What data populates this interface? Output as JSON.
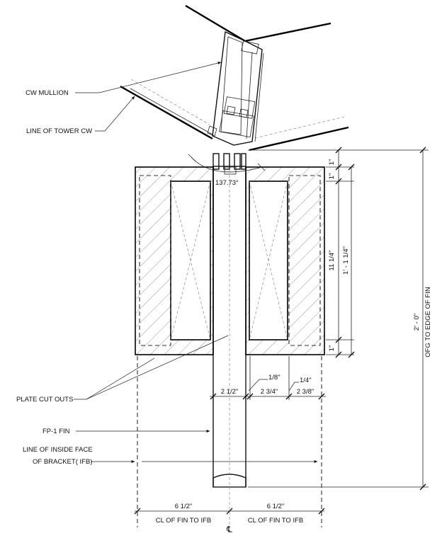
{
  "labels": {
    "cw_mullion": "CW MULLION",
    "line_of_tower_cw": "LINE OF TOWER CW",
    "plate_cut_outs": "PLATE CUT OUTS",
    "fp1_fin": "FP-1 FIN",
    "line_of_inside_face_1": "LINE OF INSIDE FACE",
    "line_of_inside_face_2": "OF BRACKET( IFB)",
    "cl_fin_to_ifb_left": "CL OF FIN TO IFB",
    "cl_fin_to_ifb_right": "CL OF FIN TO IFB",
    "centerline_symbol": "℄",
    "angle": "137.73°"
  },
  "dimensions": {
    "top_1in_a": "1\"",
    "top_1in_b": "1\"",
    "eleven_quarter": "11 1/4\"",
    "one_ft_one_quarter": "1' - 1 1/4\"",
    "bottom_1in": "1\"",
    "two_ft": "2' - 0\"",
    "ofg_to_edge": "OFG TO EDGE OF FIN",
    "two_half": "2 1/2\"",
    "two_three_quarter": "2 3/4\"",
    "two_three_eighth": "2 3/8\"",
    "one_eighth": "1/8\"",
    "one_quarter": "1/4\"",
    "six_half_left": "6 1/2\"",
    "six_half_right": "6 1/2\""
  }
}
